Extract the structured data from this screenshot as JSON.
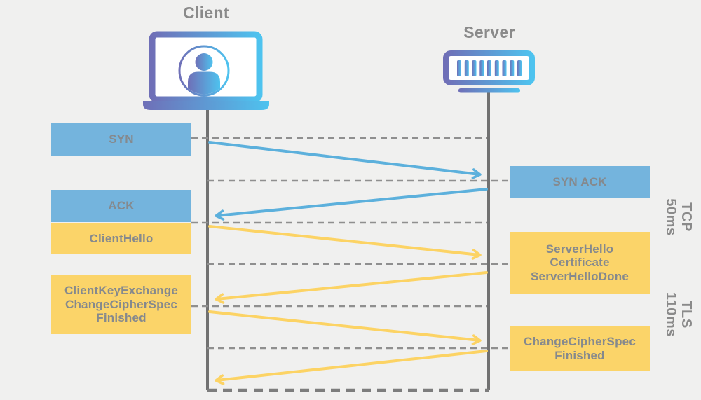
{
  "actors": {
    "client": {
      "label": "Client",
      "icon": "laptop-user-icon"
    },
    "server": {
      "label": "Server",
      "icon": "server-rack-icon"
    }
  },
  "messages": {
    "syn": {
      "from": "client",
      "to": "server",
      "protocol": "TCP",
      "lines": [
        "SYN"
      ]
    },
    "syn_ack": {
      "from": "server",
      "to": "client",
      "protocol": "TCP",
      "lines": [
        "SYN ACK"
      ]
    },
    "ack": {
      "from": "client",
      "to": "server",
      "protocol": "TCP",
      "lines": [
        "ACK"
      ]
    },
    "client_hello": {
      "from": "client",
      "to": "server",
      "protocol": "TLS",
      "lines": [
        "ClientHello"
      ]
    },
    "server_hello": {
      "from": "server",
      "to": "client",
      "protocol": "TLS",
      "lines": [
        "ServerHello",
        "Certificate",
        "ServerHelloDone"
      ]
    },
    "client_key_exchange": {
      "from": "client",
      "to": "server",
      "protocol": "TLS",
      "lines": [
        "ClientKeyExchange",
        "ChangeCipherSpec",
        "Finished"
      ]
    },
    "change_cipher_spec": {
      "from": "server",
      "to": "client",
      "protocol": "TLS",
      "lines": [
        "ChangeCipherSpec",
        "Finished"
      ]
    }
  },
  "phases": {
    "tcp": {
      "protocol": "TCP",
      "duration": "50ms"
    },
    "tls": {
      "protocol": "TLS",
      "duration": "110ms"
    }
  },
  "colors": {
    "background": "#f0f0ef",
    "tcp_box": "#74b4dd",
    "tls_box": "#fbd469",
    "tcp_arrow": "#5cb0dc",
    "tls_arrow": "#fcd364",
    "box_text": "#85898d",
    "title_text": "#8a8a8a",
    "lifeline": "#717171",
    "dashed_line": "#8f8f8f",
    "icon_gradient_start": "#6f6fb7",
    "icon_gradient_end": "#4ec3ef"
  }
}
